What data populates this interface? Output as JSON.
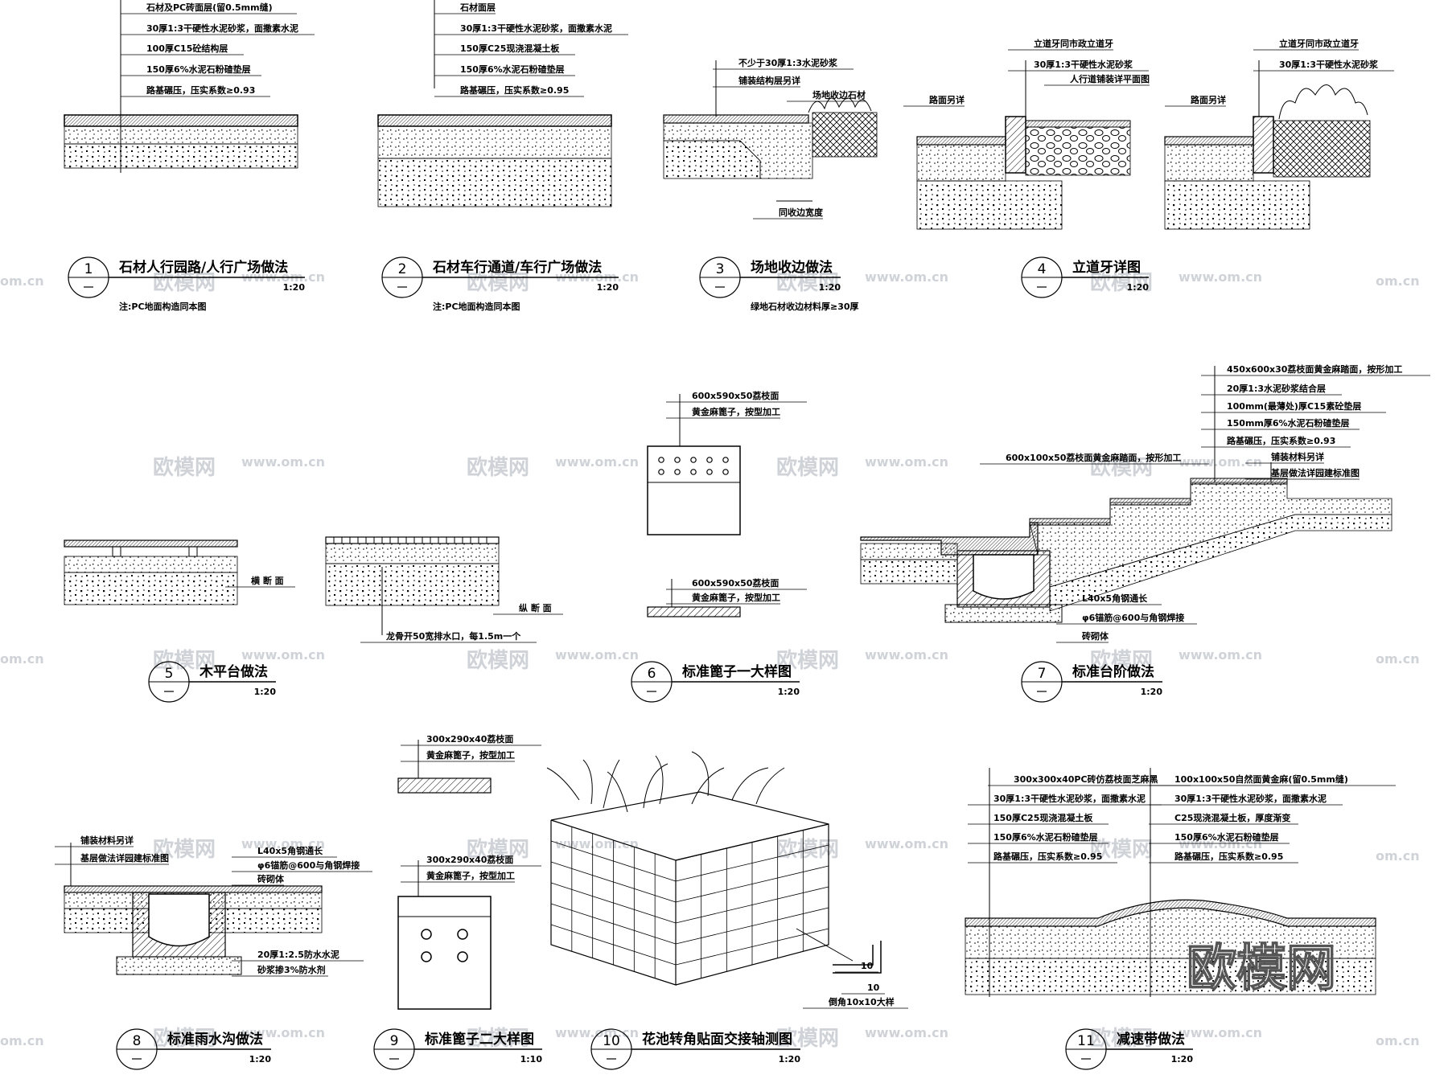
{
  "watermark": {
    "brand": "欧模网",
    "url": "www.om.cn",
    "url_short": "om.cn"
  },
  "details": [
    {
      "num": "1",
      "title": "石材人行园路/人行广场做法",
      "scale": "1:20",
      "note": "注:PC地面构造同本图",
      "labels": [
        "石材及PC砖面层(留0.5mm缝)",
        "30厚1:3干硬性水泥砂浆，面撒素水泥",
        "100厚C15砼结构层",
        "150厚6%水泥石粉碴垫层",
        "路基碾压，压实系数≥0.93"
      ]
    },
    {
      "num": "2",
      "title": "石材车行通道/车行广场做法",
      "scale": "1:20",
      "note": "注:PC地面构造同本图",
      "labels": [
        "石材面层",
        "30厚1:3干硬性水泥砂浆，面撒素水泥",
        "150厚C25现浇混凝土板",
        "150厚6%水泥石粉碴垫层",
        "路基碾压，压实系数≥0.95"
      ]
    },
    {
      "num": "3",
      "title": "场地收边做法",
      "scale": "1:20",
      "note": "绿地石材收边材料厚≥30厚",
      "labels": [
        "不少于30厚1:3水泥砂浆",
        "铺装结构层另详",
        "场地收边石材",
        "同收边宽度"
      ]
    },
    {
      "num": "4",
      "title": "立道牙详图",
      "scale": "1:20",
      "note": "",
      "labels": [
        "立道牙同市政立道牙",
        "30厚1:3干硬性水泥砂浆",
        "人行道铺装详平面图",
        "路面另详",
        "立道牙同市政立道牙",
        "30厚1:3干硬性水泥砂浆",
        "路面另详"
      ]
    },
    {
      "num": "5",
      "title": "木平台做法",
      "scale": "1:20",
      "note": "",
      "labels": [
        "横 断 面",
        "纵 断 面",
        "龙骨开50宽排水口，每1.5m一个"
      ]
    },
    {
      "num": "6",
      "title": "标准篦子一大样图",
      "scale": "1:20",
      "note": "",
      "labels": [
        "600x590x50荔枝面",
        "黄金麻篦子，按型加工",
        "600x590x50荔枝面",
        "黄金麻篦子，按型加工"
      ]
    },
    {
      "num": "7",
      "title": "标准台阶做法",
      "scale": "1:20",
      "note": "",
      "labels": [
        "450x600x30荔枝面黄金麻踏面，按形加工",
        "20厚1:3水泥砂浆结合层",
        "100mm(最薄处)厚C15素砼垫层",
        "150mm厚6%水泥石粉碴垫层",
        "路基碾压，压实系数≥0.93",
        "铺装材料另详",
        "基层做法详园建标准图",
        "600x100x50荔枝面黄金麻踏面，按形加工",
        "L40x5角钢通长",
        "φ6锚筋@600与角钢焊接",
        "砖砌体"
      ]
    },
    {
      "num": "8",
      "title": "标准雨水沟做法",
      "scale": "1:20",
      "note": "",
      "labels": [
        "铺装材料另详",
        "基层做法详园建标准图",
        "L40x5角钢通长",
        "φ6锚筋@600与角钢焊接",
        "砖砌体",
        "20厚1:2.5防水水泥",
        "砂浆掺3%防水剂"
      ]
    },
    {
      "num": "9",
      "title": "标准篦子二大样图",
      "scale": "1:10",
      "note": "",
      "labels": [
        "300x290x40荔枝面",
        "黄金麻篦子，按型加工",
        "300x290x40荔枝面",
        "黄金麻篦子，按型加工"
      ]
    },
    {
      "num": "10",
      "title": "花池转角贴面交接轴测图",
      "scale": "1:20",
      "note": "",
      "labels": [
        "倒角10x10大样",
        "10",
        "10"
      ]
    },
    {
      "num": "11",
      "title": "减速带做法",
      "scale": "1:20",
      "note": "",
      "labels": [
        "300x300x40PC砖仿荔枝面芝麻黑",
        "30厚1:3干硬性水泥砂浆，面撒素水泥",
        "150厚C25现浇混凝土板",
        "150厚6%水泥石粉碴垫层",
        "路基碾压，压实系数≥0.95",
        "100x100x50自然面黄金麻(留0.5mm缝)",
        "30厚1:3干硬性水泥砂浆，面撒素水泥",
        "C25现浇混凝土板，厚度渐变",
        "150厚6%水泥石粉碴垫层",
        "路基碾压，压实系数≥0.95"
      ]
    }
  ]
}
